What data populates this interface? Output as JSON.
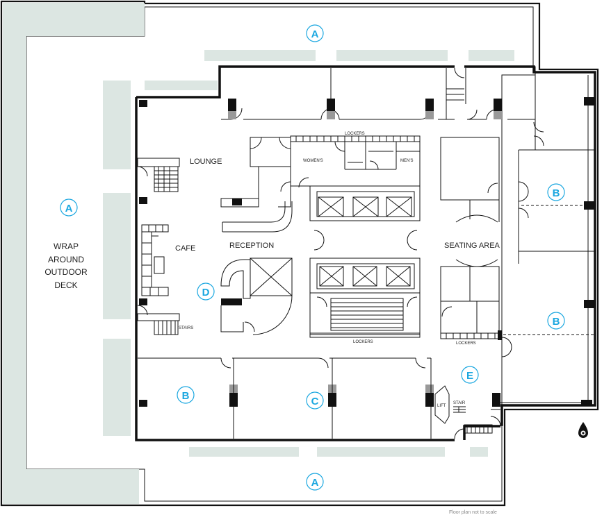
{
  "colors": {
    "background": "#ffffff",
    "wall": "#111111",
    "deck_fill": "#dce6e2",
    "marker_accent": "#1aa7e0",
    "label_text": "#222222",
    "note_text": "#888888"
  },
  "labels": {
    "lounge": "LOUNGE",
    "cafe": "CAFE",
    "reception": "RECEPTION",
    "seating_area": "SEATING AREA",
    "lockers_top": "LOCKERS",
    "lockers_bottom": "LOCKERS",
    "lockers_right": "LOCKERS",
    "womens": "WOMEN'S",
    "mens": "MEN'S",
    "stairs_left": "STAIRS",
    "stair_right": "STAIR",
    "lift": "LIFT",
    "deck_line1": "WRAP",
    "deck_line2": "AROUND",
    "deck_line3": "OUTDOOR",
    "deck_line4": "DECK"
  },
  "markers": {
    "a_top": "A",
    "a_left": "A",
    "a_bottom": "A",
    "b_right_upper": "B",
    "b_right_lower": "B",
    "b_bottom_left": "B",
    "c_bottom": "C",
    "d_center": "D",
    "e_right": "E"
  },
  "footer": {
    "note": "Floor plan not to scale"
  },
  "icons": {
    "north": "north-arrow-icon",
    "elevator": "elevator-cross-icon"
  }
}
